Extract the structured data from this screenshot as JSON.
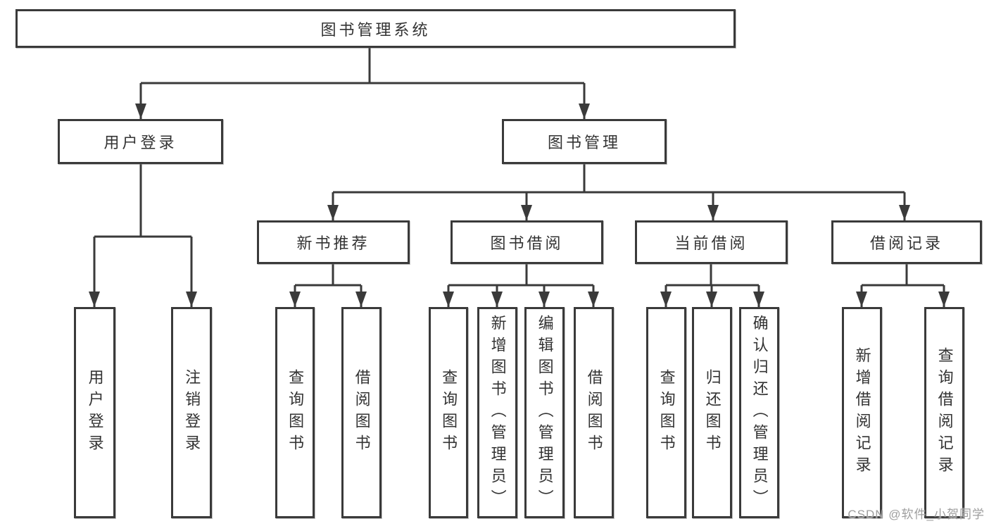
{
  "colors": {
    "line": "#3a3a3a",
    "text": "#333333",
    "background": "#ffffff",
    "watermark": "#9e9e9e"
  },
  "watermark": {
    "text": "CSDN @软件_小贺同学"
  },
  "tree": {
    "root": {
      "label": "图书管理系统"
    },
    "children": [
      {
        "label": "用户登录",
        "children": [
          {
            "label": "用户登录"
          },
          {
            "label": "注销登录"
          }
        ]
      },
      {
        "label": "图书管理",
        "children": [
          {
            "label": "新书推荐",
            "children": [
              {
                "label": "查询图书"
              },
              {
                "label": "借阅图书"
              }
            ]
          },
          {
            "label": "图书借阅",
            "children": [
              {
                "label": "查询图书"
              },
              {
                "label": "新增图书（管理员）"
              },
              {
                "label": "编辑图书（管理员）"
              },
              {
                "label": "借阅图书"
              }
            ]
          },
          {
            "label": "当前借阅",
            "children": [
              {
                "label": "查询图书"
              },
              {
                "label": "归还图书"
              },
              {
                "label": "确认归还（管理员）"
              }
            ]
          },
          {
            "label": "借阅记录",
            "children": [
              {
                "label": "新增借阅记录"
              },
              {
                "label": "查询借阅记录"
              }
            ]
          }
        ]
      }
    ]
  }
}
